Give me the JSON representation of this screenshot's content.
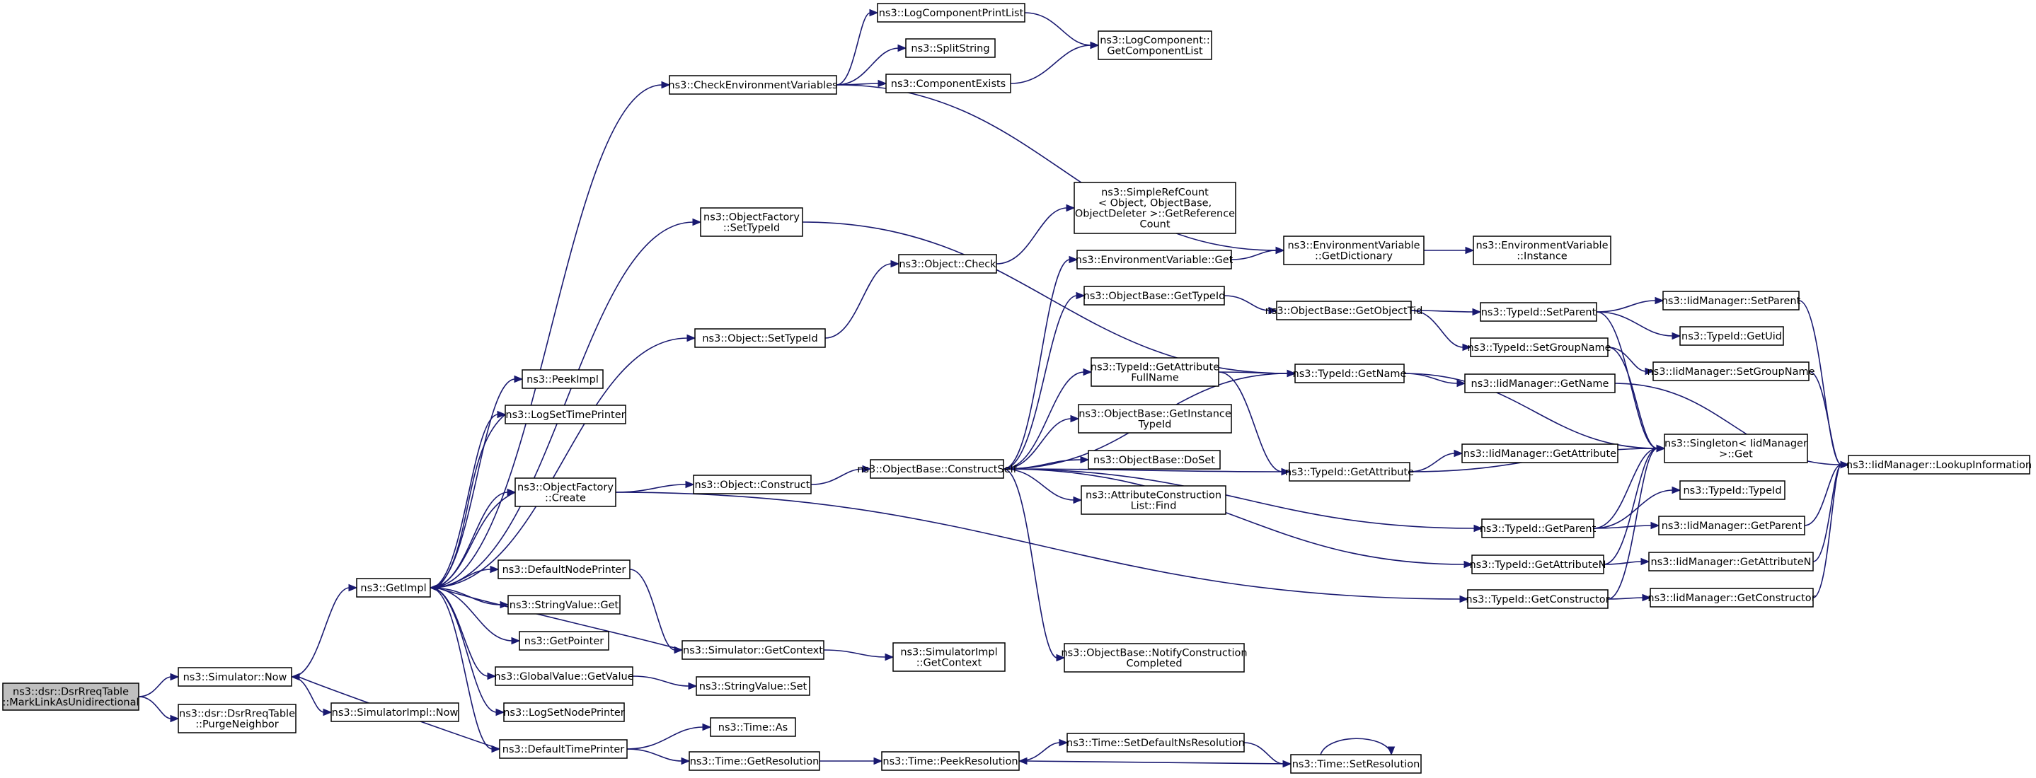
{
  "graph": {
    "nodes": [
      {
        "id": "root",
        "lines": [
          "ns3::dsr::DsrRreqTable",
          "::MarkLinkAsUnidirectional"
        ],
        "root": true
      },
      {
        "id": "simnow",
        "lines": [
          "ns3::Simulator::Now"
        ]
      },
      {
        "id": "purge",
        "lines": [
          "ns3::dsr::DsrRreqTable",
          "::PurgeNeighbor"
        ]
      },
      {
        "id": "getimpl",
        "lines": [
          "ns3::GetImpl"
        ]
      },
      {
        "id": "simimplnow",
        "lines": [
          "ns3::SimulatorImpl::Now"
        ]
      },
      {
        "id": "checkenv",
        "lines": [
          "ns3::CheckEnvironmentVariables"
        ]
      },
      {
        "id": "peekimpl",
        "lines": [
          "ns3::PeekImpl"
        ]
      },
      {
        "id": "logsettime",
        "lines": [
          "ns3::LogSetTimePrinter"
        ]
      },
      {
        "id": "ofcreate",
        "lines": [
          "ns3::ObjectFactory",
          "::Create"
        ]
      },
      {
        "id": "defnodeprinter",
        "lines": [
          "ns3::DefaultNodePrinter"
        ]
      },
      {
        "id": "strvalget",
        "lines": [
          "ns3::StringValue::Get"
        ]
      },
      {
        "id": "getpointer",
        "lines": [
          "ns3::GetPointer"
        ]
      },
      {
        "id": "gvgetvalue",
        "lines": [
          "ns3::GlobalValue::GetValue"
        ]
      },
      {
        "id": "logsetnode",
        "lines": [
          "ns3::LogSetNodePrinter"
        ]
      },
      {
        "id": "deftimeprinter",
        "lines": [
          "ns3::DefaultTimePrinter"
        ]
      },
      {
        "id": "logcompprint",
        "lines": [
          "ns3::LogComponentPrintList"
        ]
      },
      {
        "id": "splitstring",
        "lines": [
          "ns3::SplitString"
        ]
      },
      {
        "id": "compexists",
        "lines": [
          "ns3::ComponentExists"
        ]
      },
      {
        "id": "logcompget",
        "lines": [
          "ns3::LogComponent::",
          "GetComponentList"
        ]
      },
      {
        "id": "envgetdict",
        "lines": [
          "ns3::EnvironmentVariable",
          "::GetDictionary"
        ]
      },
      {
        "id": "envinstance",
        "lines": [
          "ns3::EnvironmentVariable",
          "::Instance"
        ]
      },
      {
        "id": "ofsettypeid",
        "lines": [
          "ns3::ObjectFactory",
          "::SetTypeId"
        ]
      },
      {
        "id": "objsettypeid",
        "lines": [
          "ns3::Object::SetTypeId"
        ]
      },
      {
        "id": "objcheck",
        "lines": [
          "ns3::Object::Check"
        ]
      },
      {
        "id": "simplerefcount",
        "lines": [
          "ns3::SimpleRefCount",
          "< Object, ObjectBase,",
          "ObjectDeleter >::GetReference",
          "Count"
        ]
      },
      {
        "id": "objconstruct",
        "lines": [
          "ns3::Object::Construct"
        ]
      },
      {
        "id": "constructself",
        "lines": [
          "ns3::ObjectBase::ConstructSelf"
        ]
      },
      {
        "id": "envget",
        "lines": [
          "ns3::EnvironmentVariable::Get"
        ]
      },
      {
        "id": "obgettypeid",
        "lines": [
          "ns3::ObjectBase::GetTypeId"
        ]
      },
      {
        "id": "obgetobjecttid",
        "lines": [
          "ns3::ObjectBase::GetObjectTid"
        ]
      },
      {
        "id": "tidgetattrfull",
        "lines": [
          "ns3::TypeId::GetAttribute",
          "FullName"
        ]
      },
      {
        "id": "obgetinstance",
        "lines": [
          "ns3::ObjectBase::GetInstance",
          "TypeId"
        ]
      },
      {
        "id": "obdoset",
        "lines": [
          "ns3::ObjectBase::DoSet"
        ]
      },
      {
        "id": "attrconstfind",
        "lines": [
          "ns3::AttributeConstruction",
          "List::Find"
        ]
      },
      {
        "id": "obnotify",
        "lines": [
          "ns3::ObjectBase::NotifyConstruction",
          "Completed"
        ]
      },
      {
        "id": "tidgetname",
        "lines": [
          "ns3::TypeId::GetName"
        ]
      },
      {
        "id": "tidgetattr",
        "lines": [
          "ns3::TypeId::GetAttribute"
        ]
      },
      {
        "id": "tidsetparent",
        "lines": [
          "ns3::TypeId::SetParent"
        ]
      },
      {
        "id": "tidsetgroup",
        "lines": [
          "ns3::TypeId::SetGroupName"
        ]
      },
      {
        "id": "iidgetname",
        "lines": [
          "ns3::IidManager::GetName"
        ]
      },
      {
        "id": "iidgetattr",
        "lines": [
          "ns3::IidManager::GetAttribute"
        ]
      },
      {
        "id": "tidgetparent",
        "lines": [
          "ns3::TypeId::GetParent"
        ]
      },
      {
        "id": "tidgetattrn",
        "lines": [
          "ns3::TypeId::GetAttributeN"
        ]
      },
      {
        "id": "tidgetctor",
        "lines": [
          "ns3::TypeId::GetConstructor"
        ]
      },
      {
        "id": "iidsetparent",
        "lines": [
          "ns3::IidManager::SetParent"
        ]
      },
      {
        "id": "tidgetuid",
        "lines": [
          "ns3::TypeId::GetUid"
        ]
      },
      {
        "id": "iidsetgroup",
        "lines": [
          "ns3::IidManager::SetGroupName"
        ]
      },
      {
        "id": "singleton",
        "lines": [
          "ns3::Singleton< IidManager",
          ">::Get"
        ]
      },
      {
        "id": "tidtypeid",
        "lines": [
          "ns3::TypeId::TypeId"
        ]
      },
      {
        "id": "iidgetparent",
        "lines": [
          "ns3::IidManager::GetParent"
        ]
      },
      {
        "id": "iidgetattrn",
        "lines": [
          "ns3::IidManager::GetAttributeN"
        ]
      },
      {
        "id": "iidgetctor",
        "lines": [
          "ns3::IidManager::GetConstructor"
        ]
      },
      {
        "id": "iidlookup",
        "lines": [
          "ns3::IidManager::LookupInformation"
        ]
      },
      {
        "id": "simgetctx",
        "lines": [
          "ns3::Simulator::GetContext"
        ]
      },
      {
        "id": "simimplgetctx",
        "lines": [
          "ns3::SimulatorImpl",
          "::GetContext"
        ]
      },
      {
        "id": "strvalset",
        "lines": [
          "ns3::StringValue::Set"
        ]
      },
      {
        "id": "timeas",
        "lines": [
          "ns3::Time::As"
        ]
      },
      {
        "id": "timegetres",
        "lines": [
          "ns3::Time::GetResolution"
        ]
      },
      {
        "id": "timepeekres",
        "lines": [
          "ns3::Time::PeekResolution"
        ]
      },
      {
        "id": "timesetdefns",
        "lines": [
          "ns3::Time::SetDefaultNsResolution"
        ]
      },
      {
        "id": "timesetres",
        "lines": [
          "ns3::Time::SetResolution"
        ]
      }
    ],
    "edges": [
      [
        "root",
        "simnow"
      ],
      [
        "root",
        "purge"
      ],
      [
        "simnow",
        "getimpl"
      ],
      [
        "simnow",
        "simimplnow"
      ],
      [
        "getimpl",
        "checkenv"
      ],
      [
        "getimpl",
        "peekimpl"
      ],
      [
        "getimpl",
        "logsettime"
      ],
      [
        "getimpl",
        "ofcreate"
      ],
      [
        "getimpl",
        "defnodeprinter"
      ],
      [
        "getimpl",
        "strvalget"
      ],
      [
        "getimpl",
        "getpointer"
      ],
      [
        "getimpl",
        "gvgetvalue"
      ],
      [
        "getimpl",
        "logsetnode"
      ],
      [
        "getimpl",
        "deftimeprinter"
      ],
      [
        "getimpl",
        "ofsettypeid"
      ],
      [
        "getimpl",
        "objsettypeid"
      ],
      [
        "checkenv",
        "logcompprint"
      ],
      [
        "checkenv",
        "splitstring"
      ],
      [
        "checkenv",
        "compexists"
      ],
      [
        "checkenv",
        "envgetdict"
      ],
      [
        "logcompprint",
        "logcompget"
      ],
      [
        "compexists",
        "logcompget"
      ],
      [
        "envgetdict",
        "envinstance"
      ],
      [
        "logsettime",
        "getimpl"
      ],
      [
        "ofcreate",
        "getimpl"
      ],
      [
        "ofcreate",
        "objconstruct"
      ],
      [
        "ofcreate",
        "tidgetctor"
      ],
      [
        "ofsettypeid",
        "tidgetname"
      ],
      [
        "objsettypeid",
        "objcheck"
      ],
      [
        "objcheck",
        "simplerefcount"
      ],
      [
        "objconstruct",
        "constructself"
      ],
      [
        "constructself",
        "envget"
      ],
      [
        "constructself",
        "obgettypeid"
      ],
      [
        "constructself",
        "tidgetname"
      ],
      [
        "constructself",
        "tidgetattrfull"
      ],
      [
        "constructself",
        "obgetinstance"
      ],
      [
        "constructself",
        "obdoset"
      ],
      [
        "constructself",
        "attrconstfind"
      ],
      [
        "constructself",
        "tidgetattr"
      ],
      [
        "constructself",
        "tidgetparent"
      ],
      [
        "constructself",
        "tidgetattrn"
      ],
      [
        "constructself",
        "obnotify"
      ],
      [
        "envget",
        "envgetdict"
      ],
      [
        "obgettypeid",
        "obgetobjecttid"
      ],
      [
        "obgetobjecttid",
        "tidsetparent"
      ],
      [
        "obgetobjecttid",
        "tidsetgroup"
      ],
      [
        "tidgetattrfull",
        "tidgetname"
      ],
      [
        "tidgetattrfull",
        "tidgetattr"
      ],
      [
        "tidgetname",
        "iidgetname"
      ],
      [
        "tidgetname",
        "singleton"
      ],
      [
        "tidgetattr",
        "iidgetattr"
      ],
      [
        "tidgetattr",
        "singleton"
      ],
      [
        "tidsetparent",
        "iidsetparent"
      ],
      [
        "tidsetparent",
        "tidgetuid"
      ],
      [
        "tidsetparent",
        "singleton"
      ],
      [
        "tidsetgroup",
        "iidsetgroup"
      ],
      [
        "tidsetgroup",
        "singleton"
      ],
      [
        "iidsetparent",
        "iidlookup"
      ],
      [
        "iidsetgroup",
        "iidlookup"
      ],
      [
        "iidgetname",
        "iidlookup"
      ],
      [
        "iidgetparent",
        "iidlookup"
      ],
      [
        "iidgetattrn",
        "iidlookup"
      ],
      [
        "iidgetctor",
        "iidlookup"
      ],
      [
        "tidgetparent",
        "tidtypeid"
      ],
      [
        "tidgetparent",
        "iidgetparent"
      ],
      [
        "tidgetparent",
        "singleton"
      ],
      [
        "tidgetattrn",
        "iidgetattrn"
      ],
      [
        "tidgetattrn",
        "singleton"
      ],
      [
        "tidgetctor",
        "iidgetctor"
      ],
      [
        "tidgetctor",
        "singleton"
      ],
      [
        "defnodeprinter",
        "simgetctx"
      ],
      [
        "gvgetvalue",
        "strvalset"
      ],
      [
        "simgetctx",
        "simimplgetctx"
      ],
      [
        "simgetctx",
        "getimpl"
      ],
      [
        "deftimeprinter",
        "timeas"
      ],
      [
        "deftimeprinter",
        "timegetres"
      ],
      [
        "deftimeprinter",
        "simnow"
      ],
      [
        "timegetres",
        "timepeekres"
      ],
      [
        "timepeekres",
        "timesetdefns"
      ],
      [
        "timesetdefns",
        "timesetres"
      ],
      [
        "timesetres",
        "timepeekres"
      ],
      [
        "timesetres",
        "timesetres"
      ]
    ]
  }
}
